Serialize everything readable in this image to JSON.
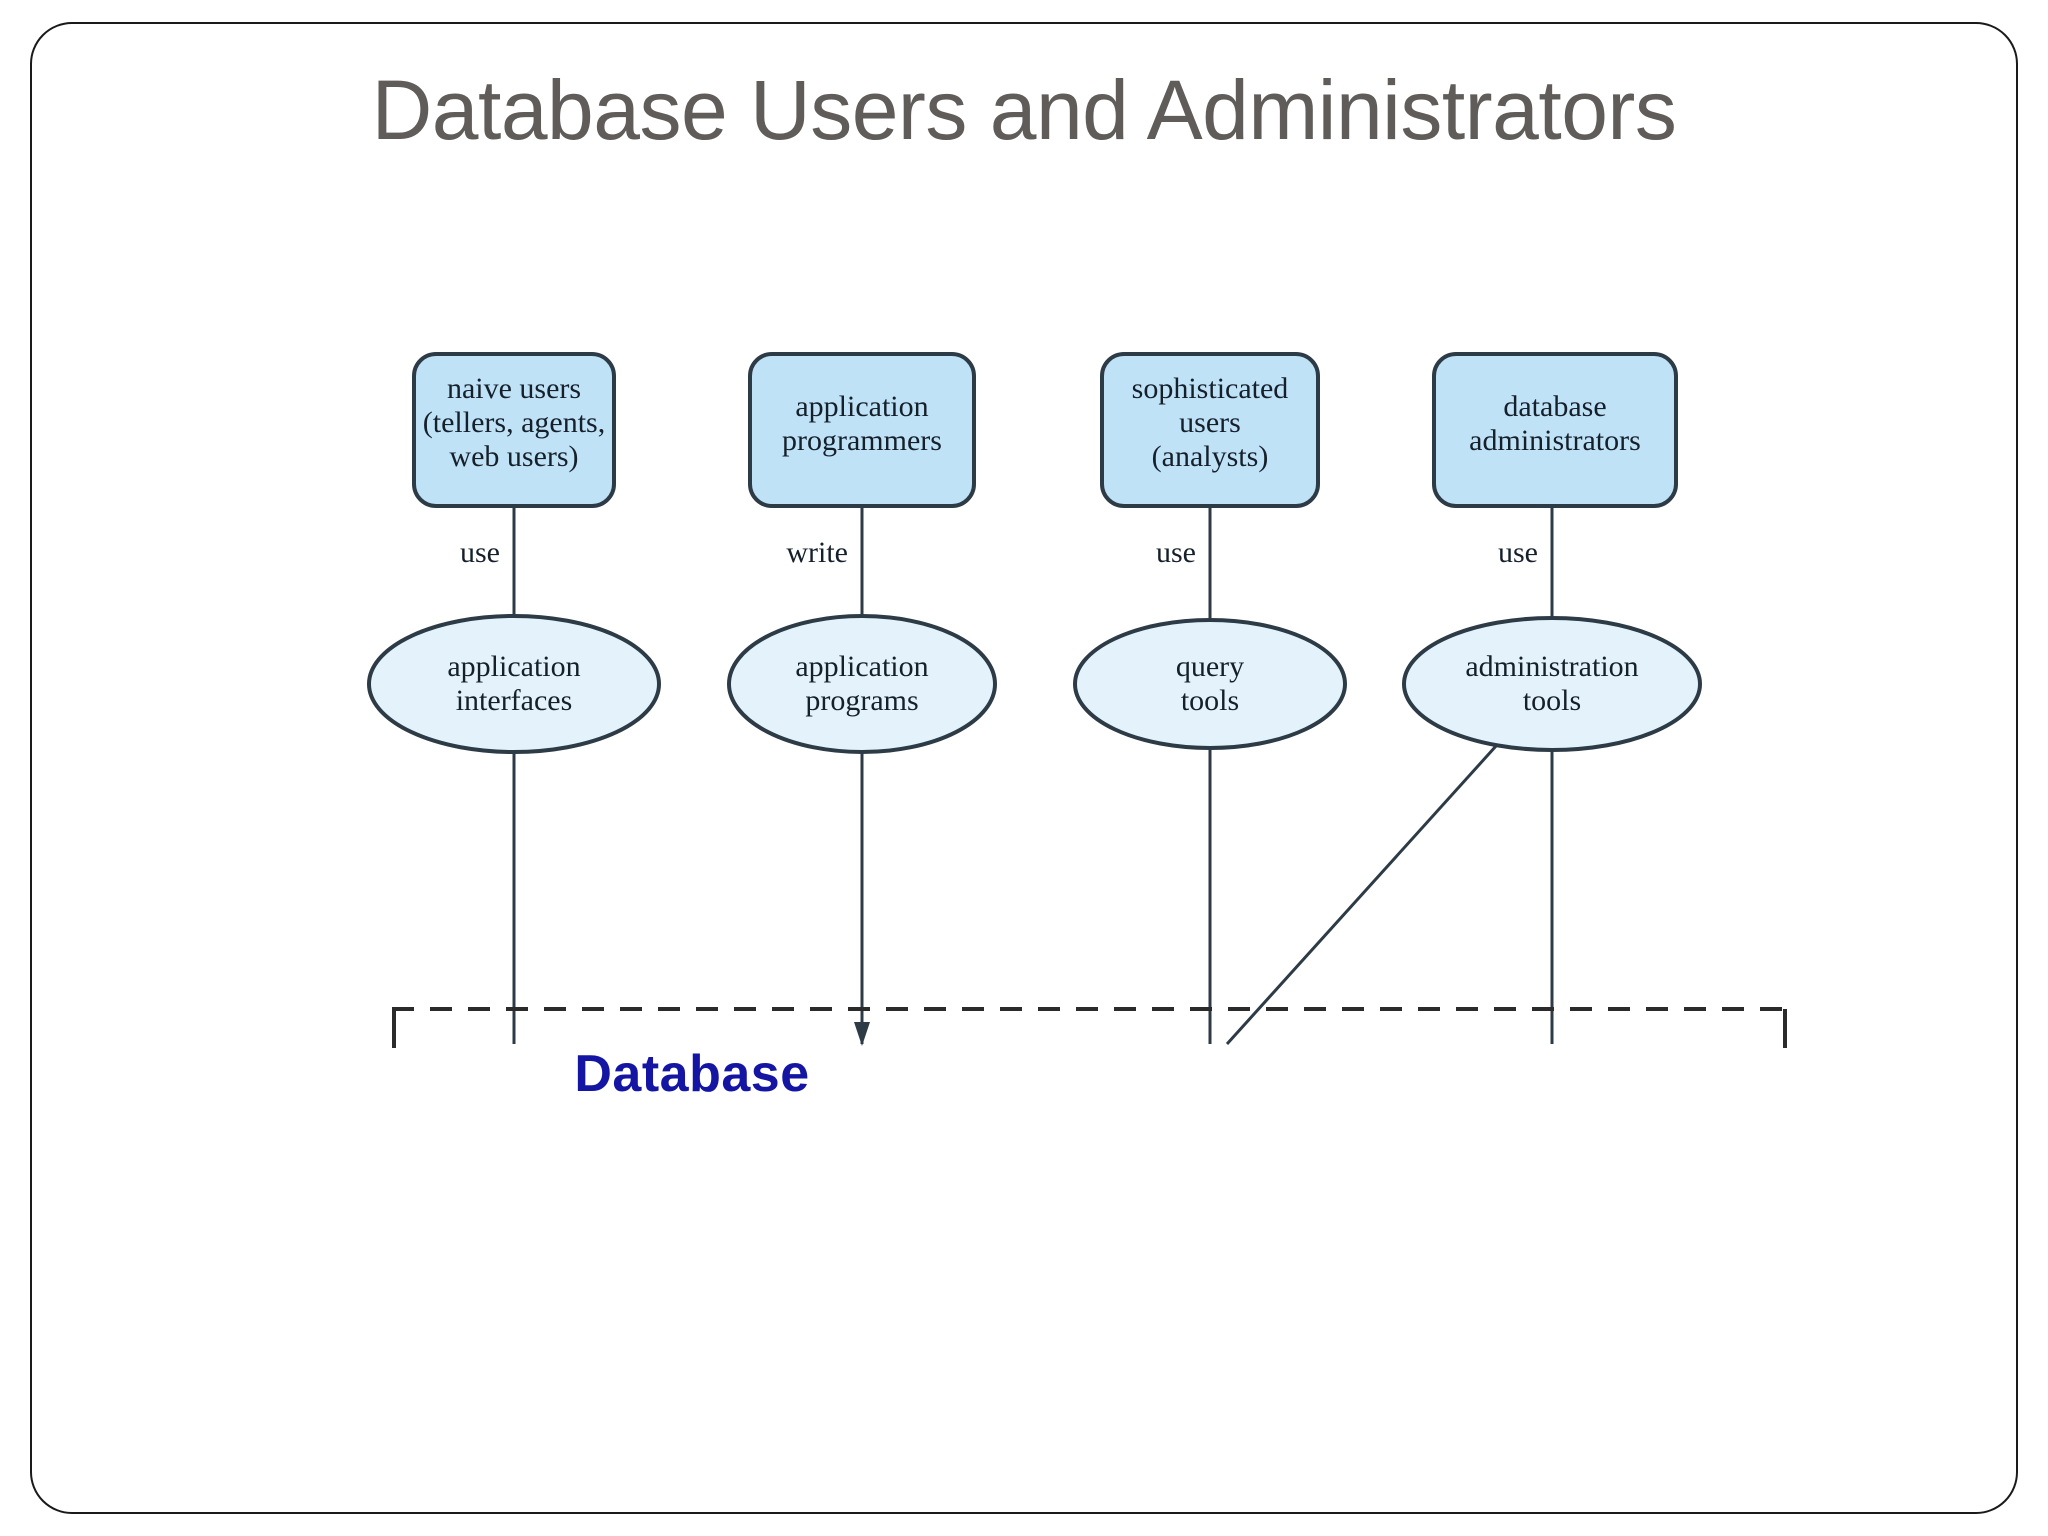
{
  "slide": {
    "title": "Database Users and Administrators",
    "title_color": "#5f5c5a",
    "background": "#ffffff",
    "border_color": "#1a1a1a"
  },
  "diagram": {
    "type": "block-diagram",
    "box_fill": "#bfe2f7",
    "oval_fill": "#e4f3fb",
    "stroke": "#2d3b47",
    "actors": [
      {
        "id": "naive-users",
        "label": "naive users\n(tellers, agents,\nweb users)"
      },
      {
        "id": "application-programmers",
        "label": "application\nprogrammers"
      },
      {
        "id": "sophisticated-users",
        "label": "sophisticated\nusers\n(analysts)"
      },
      {
        "id": "database-administrators",
        "label": "database\nadministrators"
      }
    ],
    "edge_labels": [
      {
        "id": "edge-label-1",
        "label": "use"
      },
      {
        "id": "edge-label-2",
        "label": "write"
      },
      {
        "id": "edge-label-3",
        "label": "use"
      },
      {
        "id": "edge-label-4",
        "label": "use"
      }
    ],
    "tools": [
      {
        "id": "application-interfaces",
        "label": "application\ninterfaces"
      },
      {
        "id": "application-programs",
        "label": "application\nprograms"
      },
      {
        "id": "query-tools",
        "label": "query\ntools"
      },
      {
        "id": "administration-tools",
        "label": "administration\ntools"
      }
    ],
    "database_boundary": {
      "style": "dashed"
    }
  },
  "caption": {
    "database_label": "Database",
    "color": "#1515a3"
  }
}
